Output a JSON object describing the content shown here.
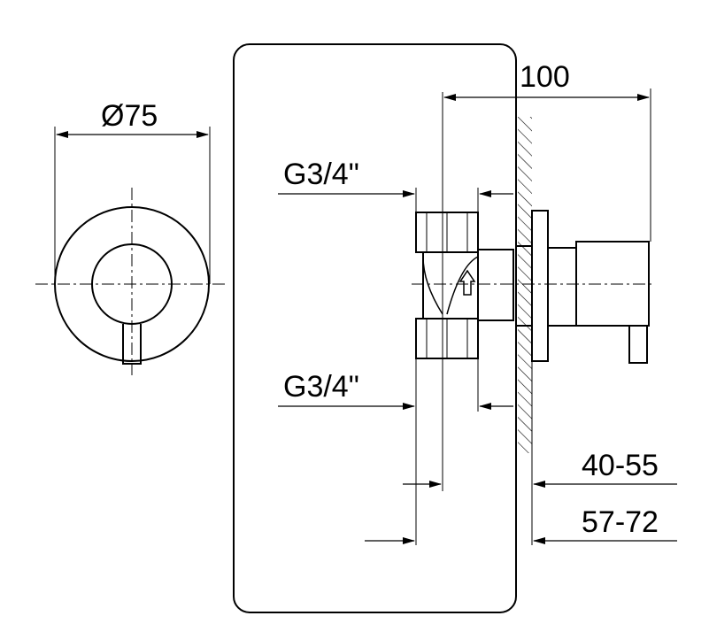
{
  "dimensions": {
    "diameter": "Ø75",
    "depth_total": "100",
    "thread_top": "G3/4\"",
    "thread_bottom": "G3/4\"",
    "range_1": "40-55",
    "range_2": "57-72"
  },
  "colors": {
    "line": "#000000",
    "background": "#ffffff"
  }
}
